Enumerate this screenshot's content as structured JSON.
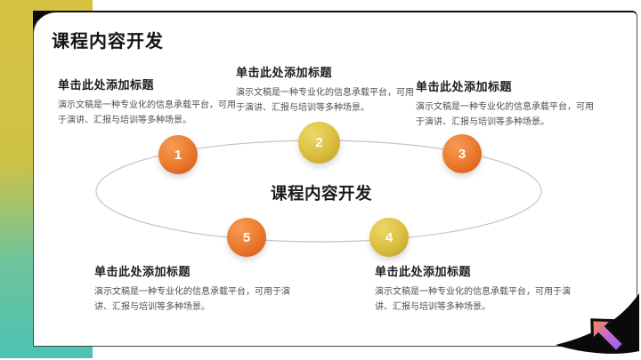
{
  "slide": {
    "title": "课程内容开发",
    "center_label": "课程内容开发"
  },
  "blocks": [
    {
      "heading": "单击此处添加标题",
      "body": "演示文稿是一种专业化的信息承载平台，可用于演讲、汇报与培训等多种场景。"
    },
    {
      "heading": "单击此处添加标题",
      "body": "演示文稿是一种专业化的信息承载平台，可用于演讲、汇报与培训等多种场景。"
    },
    {
      "heading": "单击此处添加标题",
      "body": "演示文稿是一种专业化的信息承载平台，可用于演讲、汇报与培训等多种场景。"
    },
    {
      "heading": "单击此处添加标题",
      "body": "演示文稿是一种专业化的信息承载平台，可用于演讲、汇报与培训等多种场景。"
    },
    {
      "heading": "单击此处添加标题",
      "body": "演示文稿是一种专业化的信息承载平台，可用于演讲、汇报与培训等多种场景。"
    }
  ],
  "steps": [
    {
      "number": "1",
      "color": "orange"
    },
    {
      "number": "2",
      "color": "gold"
    },
    {
      "number": "3",
      "color": "orange"
    },
    {
      "number": "4",
      "color": "gold"
    },
    {
      "number": "5",
      "color": "orange"
    }
  ],
  "colors": {
    "gradient_top": "#d6c241",
    "gradient_mid": "#cdc247",
    "gradient_bottom": "#4cc2b5",
    "orange": "#ec7c30",
    "orange_light": "#f79b55",
    "orange_dark": "#cf5818",
    "gold": "#dcc144",
    "gold_light": "#ecd968",
    "gold_dark": "#bd9f26",
    "arrow_from": "#f58a4a",
    "arrow_to": "#9a63ea",
    "ellipse_stroke": "#c4c4c4",
    "accent_black": "#0b0b0b"
  }
}
